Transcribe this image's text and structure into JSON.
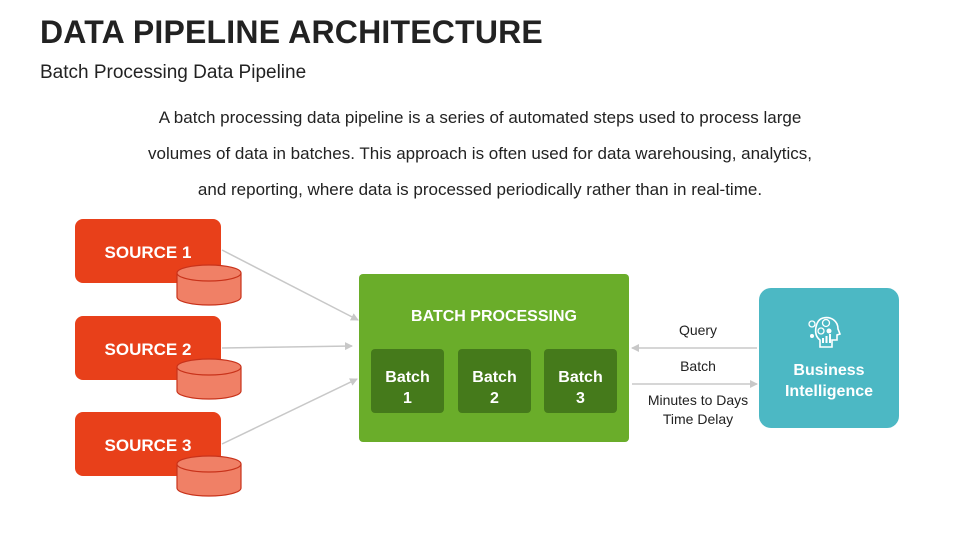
{
  "header": {
    "title": "DATA PIPELINE ARCHITECTURE",
    "subtitle": "Batch Processing Data Pipeline"
  },
  "description": {
    "line1": "A batch processing data pipeline is a series of automated steps used to process large",
    "line2": "volumes of data in batches. This approach is often used for data warehousing, analytics,",
    "line3": "and reporting, where data is processed periodically rather than in real-time."
  },
  "sources": [
    {
      "label": "SOURCE 1"
    },
    {
      "label": "SOURCE 2"
    },
    {
      "label": "SOURCE 3"
    }
  ],
  "batch_processing": {
    "title": "BATCH PROCESSING",
    "batches": [
      {
        "line1": "Batch",
        "line2": "1"
      },
      {
        "line1": "Batch",
        "line2": "2"
      },
      {
        "line1": "Batch",
        "line2": "3"
      }
    ]
  },
  "connections": {
    "query_label": "Query",
    "batch_label": "Batch",
    "delay_line1": "Minutes to Days",
    "delay_line2": "Time Delay"
  },
  "business_intelligence": {
    "line1": "Business",
    "line2": "Intelligence",
    "icon": "analytics-head-icon"
  },
  "colors": {
    "source": "#e8401a",
    "database": "#f08066",
    "batch_container": "#6aad2a",
    "batch_item": "#457a1b",
    "business_intelligence": "#4cb8c4",
    "connector": "#c8c8c8"
  }
}
